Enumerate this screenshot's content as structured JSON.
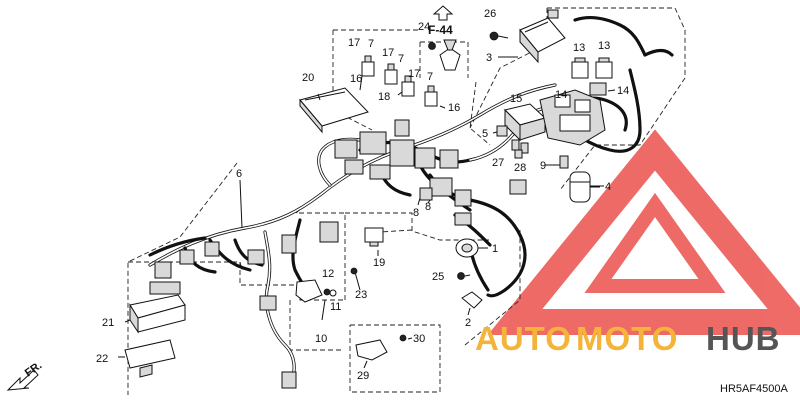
{
  "diagram": {
    "page_ref": "F-44",
    "code": "HR5AF4500A",
    "direction_label": "FR.",
    "labels": {
      "l1": "1",
      "l2": "2",
      "l3": "3",
      "l4": "4",
      "l5": "5",
      "l6": "6",
      "l8a": "8",
      "l8b": "8",
      "l9": "9",
      "l10": "10",
      "l11": "11",
      "l12": "12",
      "l13a": "13",
      "l13b": "13",
      "l14a": "14",
      "l14b": "14",
      "l15": "15",
      "l16a": "16",
      "l16b": "16",
      "l17a": "17",
      "l17b": "17",
      "l17c": "17",
      "l7a": "7",
      "l7b": "7",
      "l7c": "7",
      "l18": "18",
      "l19": "19",
      "l20": "20",
      "l21": "21",
      "l22": "22",
      "l23": "23",
      "l24": "24",
      "l25": "25",
      "l26": "26",
      "l27": "27",
      "l28": "28",
      "l29": "29",
      "l30": "30"
    }
  },
  "watermark": {
    "part1": "AUTO",
    "part2": "MOTO",
    "part3": "HUB",
    "color_triangle": "#e8322e",
    "color_text_orange": "#f4b43a",
    "color_text_grey": "#555555"
  }
}
